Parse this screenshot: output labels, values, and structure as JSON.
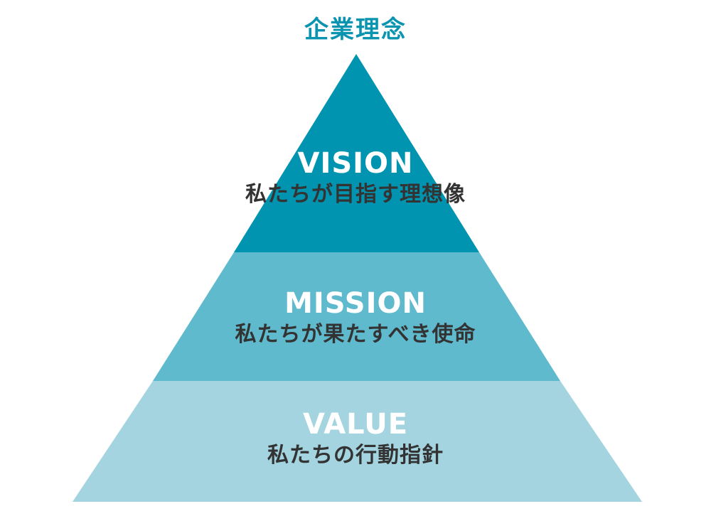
{
  "title": "企業理念",
  "colors": {
    "title": "#0a94b0",
    "vision_fill": "#0194b0",
    "mission_fill": "#5fbacd",
    "value_fill": "#a3d4e0",
    "heading_text": "#ffffff",
    "caption_text": "#333333"
  },
  "tiers": [
    {
      "heading": "VISION",
      "caption": "私たちが目指す理想像"
    },
    {
      "heading": "MISSION",
      "caption": "私たちが果たすべき使命"
    },
    {
      "heading": "VALUE",
      "caption": "私たちの行動指針"
    }
  ]
}
